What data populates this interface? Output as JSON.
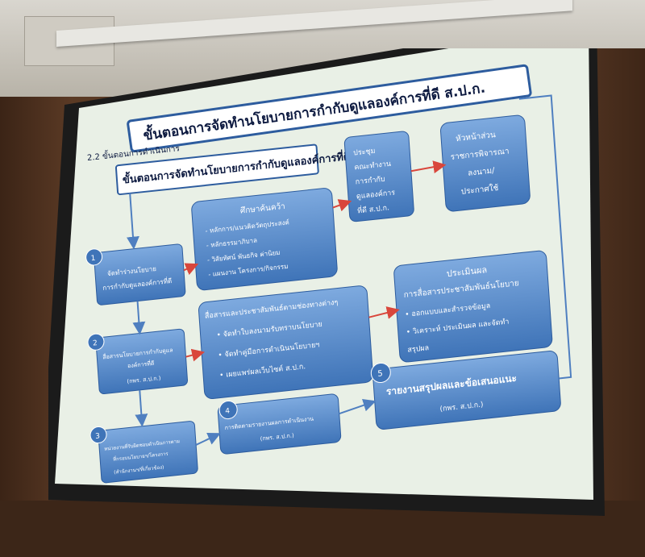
{
  "slide": {
    "main_title": "ขั้นตอนการจัดทำนโยบายการกำกับดูแลองค์การที่ดี ส.ป.ก.",
    "section_label": "2.2 ขั้นตอนการดำเนินการ",
    "subtitle": "ขั้นตอนการจัดทำนโยบายการกำกับดูแลองค์การที่ดี"
  },
  "steps": {
    "s1": {
      "number": "1",
      "line1": "จัดทำร่างนโยบาย",
      "line2": "การกำกับดูแลองค์การที่ดี"
    },
    "s2": {
      "number": "2",
      "line1": "สื่อสารนโยบายการกำกับดูแล",
      "line2": "องค์การที่ดี",
      "line3": "(กพร. ส.ป.ก.)"
    },
    "s3": {
      "number": "3",
      "line1": "หน่วยงานที่รับผิดชอบดำเนินการตาม",
      "line2": "ที่กรอบนโยบายฯ/โครงการ",
      "line3": "(สำนักงานฯ/ที่เกี่ยวข้อง)"
    },
    "s4": {
      "number": "4",
      "line1": "การติดตามรายงานผลการดำเนินงาน",
      "line2": "(กพร. ส.ป.ก.)"
    },
    "s5": {
      "number": "5",
      "line1": "รายงานสรุปผลและข้อเสนอแนะ",
      "line2": "(กพร. ส.ป.ก.)"
    }
  },
  "study_box": {
    "title": "ศึกษาค้นคว้า",
    "items": [
      "- หลักการ/แนวคิดวัตถุประสงค์",
      "- หลักธรรมาภิบาล",
      "- วิสัยทัศน์ พันธกิจ ค่านิยม",
      "- แผนงาน โครงการ/กิจกรรม"
    ]
  },
  "meeting_box": {
    "lines": [
      "ประชุม",
      "คณะทำงาน",
      "การกำกับ",
      "ดูแลองค์การ",
      "ที่ดี ส.ป.ก."
    ]
  },
  "head_box": {
    "lines": [
      "หัวหน้าส่วน",
      "ราชการพิจารณา",
      "ลงนาม/",
      "ประกาศใช้"
    ]
  },
  "comm_box": {
    "title": "สื่อสารและประชาสัมพันธ์ตามช่องทางต่างๆ",
    "items": [
      "• จัดทำใบลงนามรับทราบนโยบาย",
      "• จัดทำคู่มือการดำเนินนโยบายฯ",
      "• เผยแพร่ผลเว็บไซต์ ส.ป.ก."
    ]
  },
  "eval_box": {
    "title": "ประเมินผล",
    "subtitle": "การสื่อสารประชาสัมพันธ์นโยบาย",
    "items": [
      "• ออกแบบและสำรวจข้อมูล",
      "• วิเคราะห์ ประเมินผล และจัดทำ",
      "สรุปผล"
    ]
  },
  "colors": {
    "slide_bg": "#e9f0e6",
    "box_fill": "#4f86c8",
    "box_edge": "#2d5c9e",
    "title_box": "#ffffff",
    "arrow_red": "#d9463b",
    "arrow_blue": "#4f7fc0"
  }
}
